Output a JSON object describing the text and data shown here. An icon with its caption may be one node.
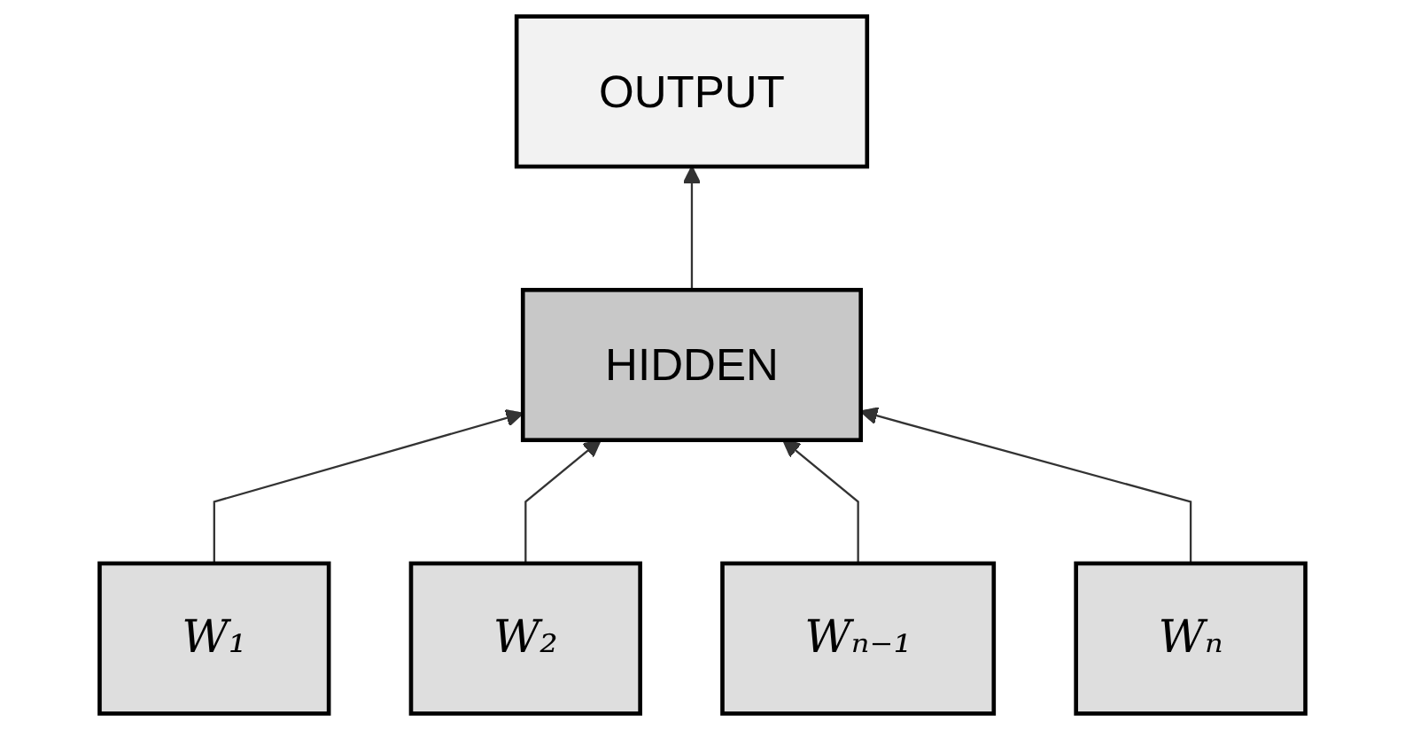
{
  "diagram": {
    "nodes": [
      {
        "text": [
          "OUTPUT"
        ]
      },
      {
        "text": [
          "HIDDEN"
        ]
      },
      {
        "text": [
          "W₁"
        ]
      },
      {
        "text": [
          "W₂"
        ]
      },
      {
        "text": [
          "Wₙ₋₁"
        ]
      },
      {
        "text": [
          "Wₙ"
        ]
      }
    ],
    "edges": [
      {
        "from": 1,
        "to": 0,
        "arrow": "to"
      },
      {
        "from": 2,
        "to": 1,
        "arrow": "to"
      },
      {
        "from": 3,
        "to": 1,
        "arrow": "to"
      },
      {
        "from": 4,
        "to": 1,
        "arrow": "to"
      },
      {
        "from": 5,
        "to": 1,
        "arrow": "to"
      }
    ]
  }
}
